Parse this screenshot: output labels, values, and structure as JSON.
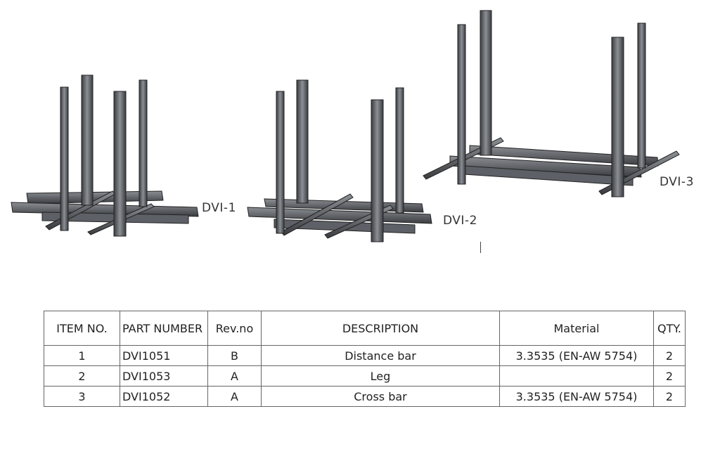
{
  "assemblies": [
    {
      "label": "DVI-1"
    },
    {
      "label": "DVI-2"
    },
    {
      "label": "DVI-3"
    }
  ],
  "bom": {
    "headers": [
      "ITEM NO.",
      "PART NUMBER",
      "Rev.no",
      "DESCRIPTION",
      "Material",
      "QTY."
    ],
    "rows": [
      {
        "item": "1",
        "part": "DVI1051",
        "rev": "B",
        "desc": "Distance bar",
        "material": "3.3535 (EN-AW 5754)",
        "qty": "2"
      },
      {
        "item": "2",
        "part": "DVI1053",
        "rev": "A",
        "desc": "Leg",
        "material": "",
        "qty": "2"
      },
      {
        "item": "3",
        "part": "DVI1052",
        "rev": "A",
        "desc": "Cross bar",
        "material": "3.3535 (EN-AW 5754)",
        "qty": "2"
      }
    ]
  },
  "colors": {
    "steel_light": "#8c8f94",
    "steel_mid": "#5d6066",
    "steel_dark": "#3a3c40"
  }
}
